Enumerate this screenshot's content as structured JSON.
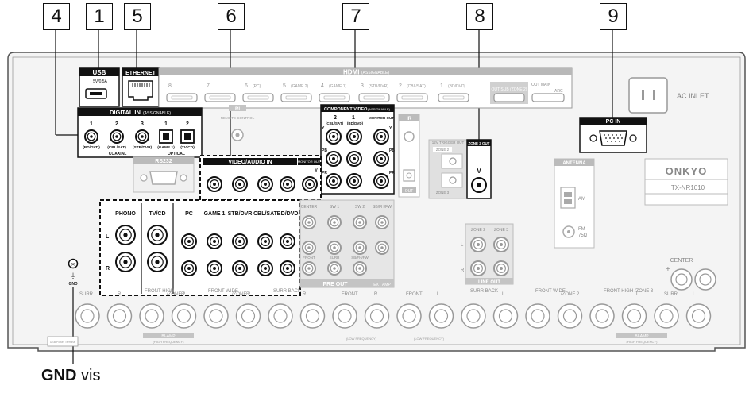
{
  "callouts": {
    "c4": "4",
    "c1": "1",
    "c5": "5",
    "c6": "6",
    "c7": "7",
    "c8": "8",
    "c9": "9"
  },
  "usb": {
    "title": "USB",
    "spec": "5V/0.5A"
  },
  "ethernet": {
    "title": "ETHERNET"
  },
  "hdmi": {
    "title": "HDMI",
    "assignable": "(ASSIGNABLE)",
    "ports": [
      {
        "num": "8",
        "label": ""
      },
      {
        "num": "7",
        "label": ""
      },
      {
        "num": "6",
        "label": "(PC)"
      },
      {
        "num": "5",
        "label": "(GAME 2)"
      },
      {
        "num": "4",
        "label": "(GAME 1)"
      },
      {
        "num": "3",
        "label": "(STB/DVR)"
      },
      {
        "num": "2",
        "label": "(CBL/SAT)"
      },
      {
        "num": "1",
        "label": "(BD/DVD)"
      }
    ],
    "out_sub": "OUT SUB (ZONE 2)",
    "out_main": "OUT MAIN",
    "arc": "ARC"
  },
  "ri": {
    "title": "RI",
    "subtitle": "REMOTE CONTROL"
  },
  "ac_inlet": "AC INLET",
  "digital_in": {
    "title": "DIGITAL IN",
    "assignable": "(ASSIGNABLE)",
    "coaxial": [
      {
        "num": "1",
        "label": "(BD/DVD)"
      },
      {
        "num": "2",
        "label": "(CBL/SAT)"
      },
      {
        "num": "3",
        "label": "(STB/DVR)"
      }
    ],
    "optical": [
      {
        "num": "1",
        "label": "(GAME 1)"
      },
      {
        "num": "2",
        "label": "(TV/CD)"
      }
    ],
    "coaxial_label": "COAXIAL",
    "optical_label": "OPTICAL"
  },
  "component_video": {
    "title": "COMPONENT VIDEO",
    "assignable": "(ASSIGNABLE)",
    "in1": "1",
    "in2": "2",
    "in1_label": "(BD/DVD)",
    "in2_label": "(CBL/SAT)",
    "monitor_out": "MONITOR OUT",
    "rows": [
      "Y",
      "PB",
      "PR"
    ]
  },
  "ir": {
    "title": "IR",
    "out": "OUT"
  },
  "trigger": {
    "title": "12V TRIGGER OUT",
    "zone2": "ZONE 2",
    "zone3": "ZONE 3"
  },
  "zone2_out": {
    "title": "ZONE 2 OUT",
    "v": "V"
  },
  "pc_in": "PC IN",
  "rs232": "RS232",
  "brand": "ONKYO",
  "model": "TX-NR1010",
  "antenna": {
    "title": "ANTENNA",
    "am": "AM",
    "fm": "FM",
    "fm_ohm": "75Ω"
  },
  "video_audio_in": {
    "title": "VIDEO/AUDIO IN",
    "monitor_out": "MONITOR OUT",
    "v": "V"
  },
  "audio_in_labels": [
    "PHONO",
    "TV/CD",
    "PC",
    "GAME 1",
    "STB/DVR",
    "CBL/SAT",
    "BD/DVD"
  ],
  "channel_l": "L",
  "channel_r": "R",
  "pre_out": {
    "title": "PRE OUT",
    "ext_amp": "EXT AMP",
    "cols": [
      "CENTER",
      "SW 1",
      "SW 2",
      "SB/FH/FW"
    ],
    "bottom": [
      "FRONT",
      "SURR",
      "SB/FH/FW"
    ]
  },
  "line_out": {
    "title": "LINE OUT",
    "zone2": "ZONE 2",
    "zone3": "ZONE 3"
  },
  "speakers": {
    "labels": [
      "SURR",
      "R",
      "FRONT HIGH",
      "/ZONE 2",
      "R",
      "FRONT WIDE",
      "/ZONE 2",
      "R",
      "SURR BACK",
      "R",
      "FRONT",
      "R",
      "FRONT",
      "L",
      "SURR BACK",
      "L",
      "FRONT WIDE",
      "/ZONE 2",
      "L",
      "FRONT HIGH /ZONE 3",
      "L",
      "SURR",
      "L"
    ],
    "center": "CENTER",
    "biamp": "BI-AMP",
    "high_freq": "(HIGH FREQUENCY)",
    "low_freq": "(LOW FREQUENCY)"
  },
  "gnd": {
    "label": "GND",
    "caption_bold": "GND",
    "caption_rest": "vis"
  },
  "usb_note": "USB Power Terminal"
}
